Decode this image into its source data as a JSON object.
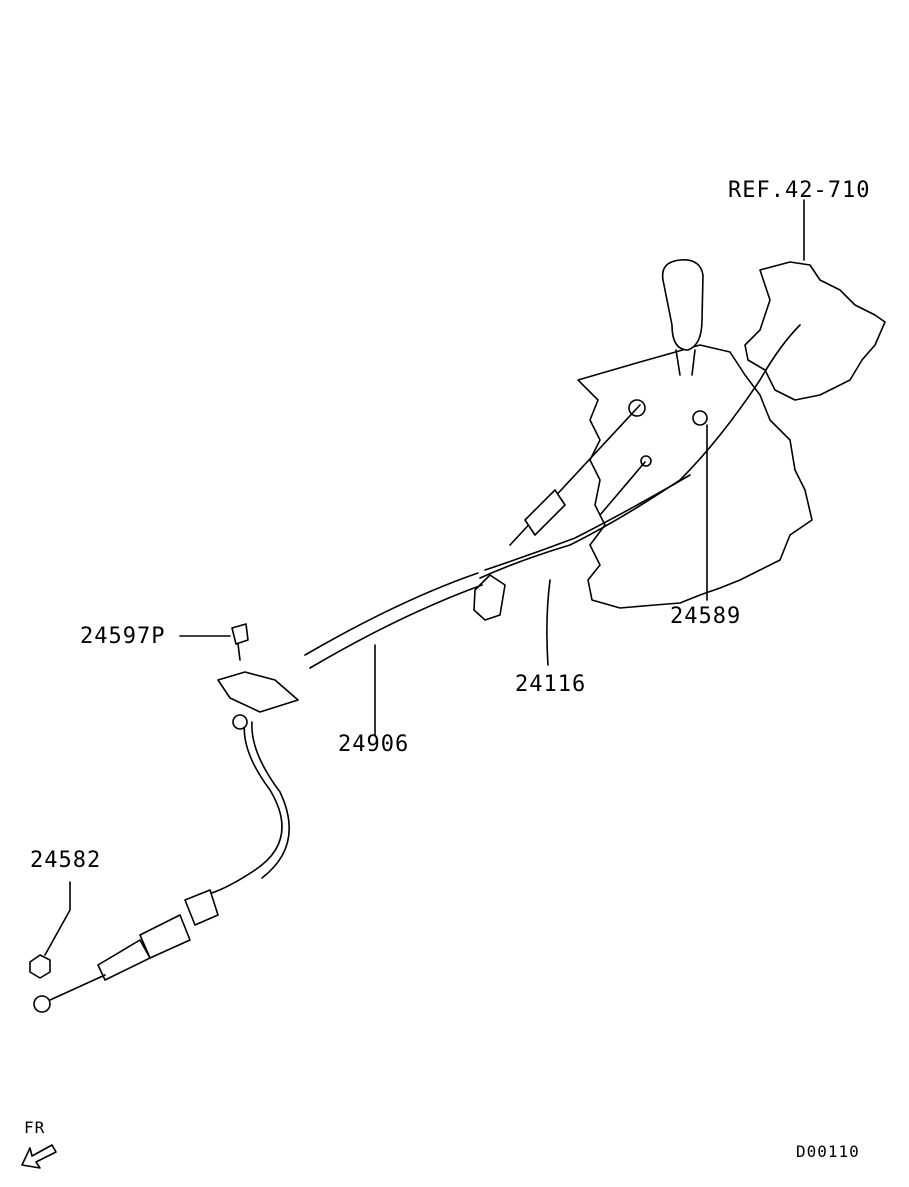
{
  "diagram": {
    "reference": "REF.42-710",
    "parts": [
      {
        "number": "24597P"
      },
      {
        "number": "24589"
      },
      {
        "number": "24116"
      },
      {
        "number": "24906"
      },
      {
        "number": "24582"
      }
    ],
    "direction_label": "FR",
    "diagram_code": "D00110"
  }
}
